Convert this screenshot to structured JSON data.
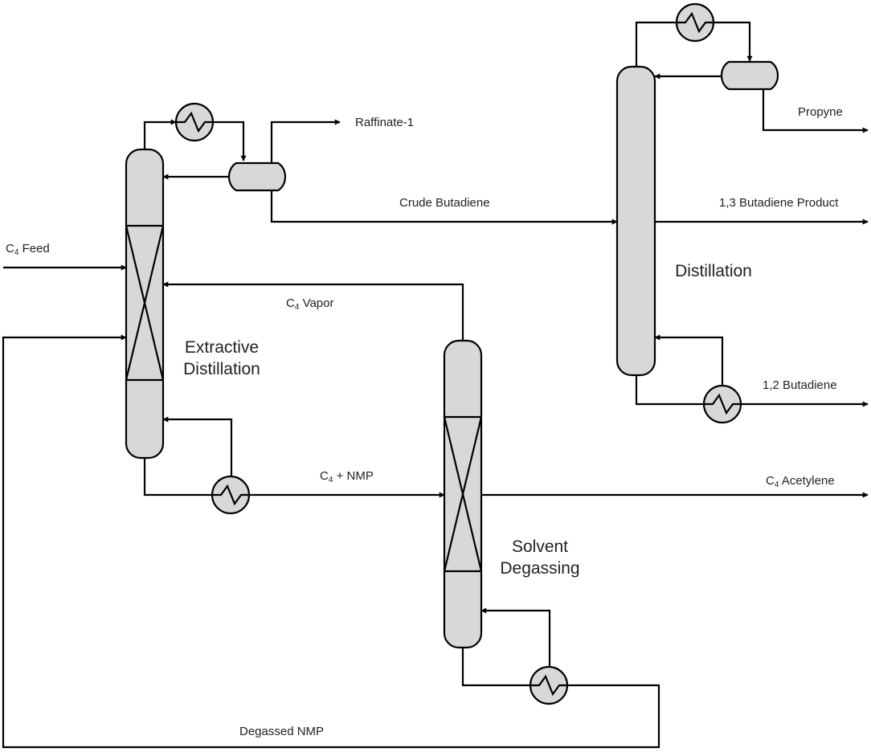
{
  "streams": {
    "raffinate": "Raffinate-1",
    "crude_butadiene": "Crude Butadiene",
    "c4_feed": {
      "base": "C",
      "sub": "4",
      "rest": " Feed"
    },
    "c4_vapor": {
      "base": "C",
      "sub": "4",
      "rest": " Vapor"
    },
    "c4_nmp": {
      "base": "C",
      "sub": "4",
      "rest": " + NMP"
    },
    "c4_acetylene": {
      "base": "C",
      "sub": "4",
      "rest": " Acetylene"
    },
    "degassed_nmp": "Degassed NMP",
    "propyne": "Propyne",
    "butadiene_13": "1,3 Butadiene Product",
    "butadiene_12": "1,2 Butadiene"
  },
  "units": {
    "extractive_line1": "Extractive",
    "extractive_line2": "Distillation",
    "solvent_line1": "Solvent",
    "solvent_line2": "Degassing",
    "distillation": "Distillation"
  }
}
